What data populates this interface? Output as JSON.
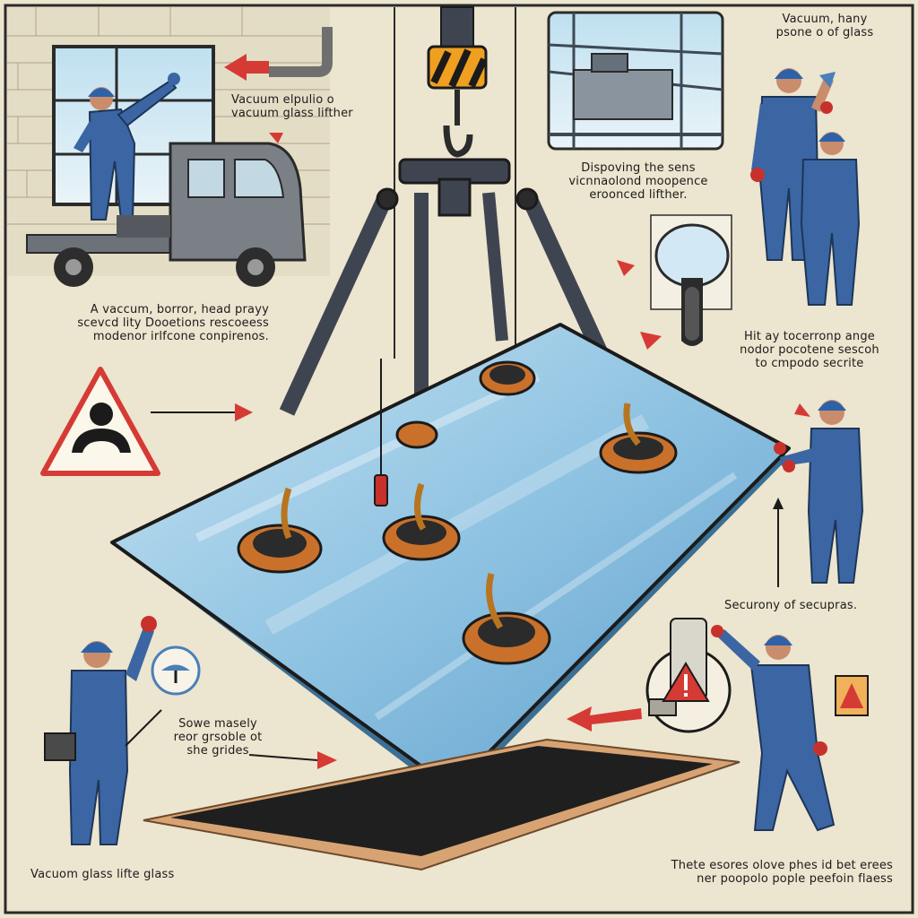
{
  "captions": {
    "truck_note": [
      "Vacuum elpulio o",
      "vacuum glass lifther"
    ],
    "top_right": [
      "Vacuum, hany",
      "psone o of glass"
    ],
    "center_note": [
      "Dispoving the sens",
      "vicnnaolond moopence",
      "eroonced lifther."
    ],
    "left_note": [
      "A vaccum, borror, head prayy",
      "scevcd lity Dooetions rescoeess",
      "modenor irlfcone conpirenos."
    ],
    "right_note": [
      "Hit ay tocerronp ange",
      "nodor pocotene sescoh",
      "to cmpodo secrite"
    ],
    "security": [
      "Securony of secupras."
    ],
    "lower_left": [
      "Sowe masely",
      "reor grsoble ot",
      "she grides"
    ],
    "bottom_left": [
      "Vacuom glass lifte glass"
    ],
    "bottom_right": [
      "Thete esores olove phes id bet erees",
      "ner poopolo pople peefoin flaess"
    ]
  },
  "colors": {
    "paper": "#ece5cf",
    "glass": "#9ccbe6",
    "worker_blue": "#3b66a3",
    "arrow_red": "#d63a34",
    "lifter_dark": "#3f4550",
    "pad_orange": "#c9712b"
  },
  "icons": [
    "warning-triangle-icon",
    "person-warning-icon",
    "suction-cup-icon",
    "red-arrow-icon",
    "hook-icon"
  ]
}
